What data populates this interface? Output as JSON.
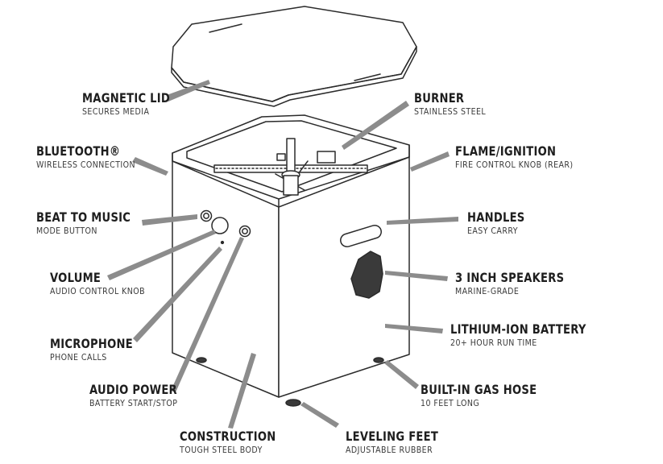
{
  "callouts": [
    {
      "id": "magnetic-lid",
      "title": "MAGNETIC LID",
      "subtitle": "SECURES MEDIA"
    },
    {
      "id": "burner",
      "title": "BURNER",
      "subtitle": "STAINLESS STEEL"
    },
    {
      "id": "bluetooth",
      "title": "BLUETOOTH®",
      "subtitle": "WIRELESS CONNECTION"
    },
    {
      "id": "flame-ignition",
      "title": "FLAME/IGNITION",
      "subtitle": "FIRE CONTROL KNOB (REAR)"
    },
    {
      "id": "beat-to-music",
      "title": "BEAT TO MUSIC",
      "subtitle": "MODE BUTTON"
    },
    {
      "id": "handles",
      "title": "HANDLES",
      "subtitle": "EASY CARRY"
    },
    {
      "id": "volume",
      "title": "VOLUME",
      "subtitle": "AUDIO CONTROL KNOB"
    },
    {
      "id": "speakers",
      "title": "3 INCH SPEAKERS",
      "subtitle": "MARINE-GRADE"
    },
    {
      "id": "battery",
      "title": "LITHIUM-ION BATTERY",
      "subtitle": "20+ HOUR RUN TIME"
    },
    {
      "id": "microphone",
      "title": "MICROPHONE",
      "subtitle": "PHONE CALLS"
    },
    {
      "id": "gas-hose",
      "title": "BUILT-IN GAS HOSE",
      "subtitle": "10 FEET LONG"
    },
    {
      "id": "audio-power",
      "title": "AUDIO POWER",
      "subtitle": "BATTERY START/STOP"
    },
    {
      "id": "construction",
      "title": "CONSTRUCTION",
      "subtitle": "TOUGH STEEL BODY"
    },
    {
      "id": "leveling-feet",
      "title": "LEVELING FEET",
      "subtitle": "ADJUSTABLE RUBBER"
    }
  ],
  "colors": {
    "line": "#2b2b2b",
    "pointer": "#8c8c8c",
    "grille": "#3a3a3a",
    "text": "#1e1e1e"
  }
}
